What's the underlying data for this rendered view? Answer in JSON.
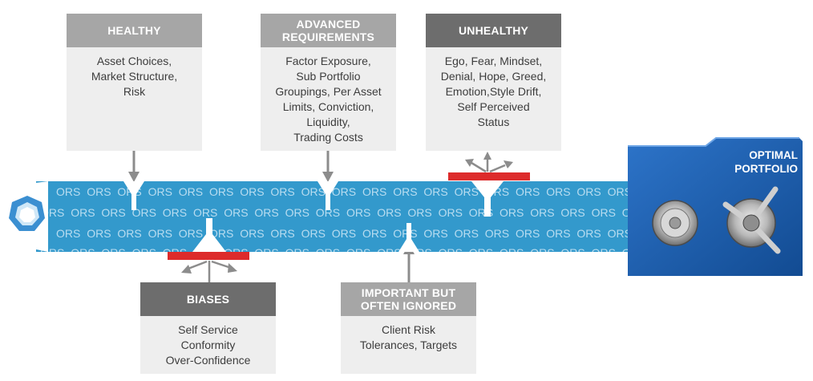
{
  "pipe_texture": "ORS",
  "colors": {
    "pipe": "#3399cc",
    "filter_bar": "#dd2b2b",
    "arrow": "#8c8c8c",
    "vault": "#1a5aab"
  },
  "boxes": {
    "healthy": {
      "title": [
        "HEALTHY"
      ],
      "lines": [
        "Asset Choices,",
        "Market Structure,",
        "Risk"
      ]
    },
    "advanced": {
      "title": [
        "ADVANCED",
        "REQUIREMENTS"
      ],
      "lines": [
        "Factor Exposure,",
        "Sub Portfolio",
        "Groupings,  Per Asset",
        "Limits, Conviction,",
        "Liquidity,",
        "Trading Costs"
      ]
    },
    "unhealthy": {
      "title": [
        "UNHEALTHY"
      ],
      "lines": [
        "Ego, Fear, Mindset,",
        "Denial, Hope, Greed,",
        "Emotion,Style Drift,",
        "Self Perceived",
        "Status"
      ]
    },
    "biases": {
      "title": [
        "BIASES"
      ],
      "lines": [
        "Self Service",
        "Conformity",
        "Over-Confidence"
      ]
    },
    "ignored": {
      "title": [
        "IMPORTANT BUT",
        "OFTEN IGNORED"
      ],
      "lines": [
        "Client Risk",
        "Tolerances, Targets"
      ]
    }
  },
  "vault": {
    "label": [
      "OPTIMAL",
      "PORTFOLIO"
    ]
  }
}
